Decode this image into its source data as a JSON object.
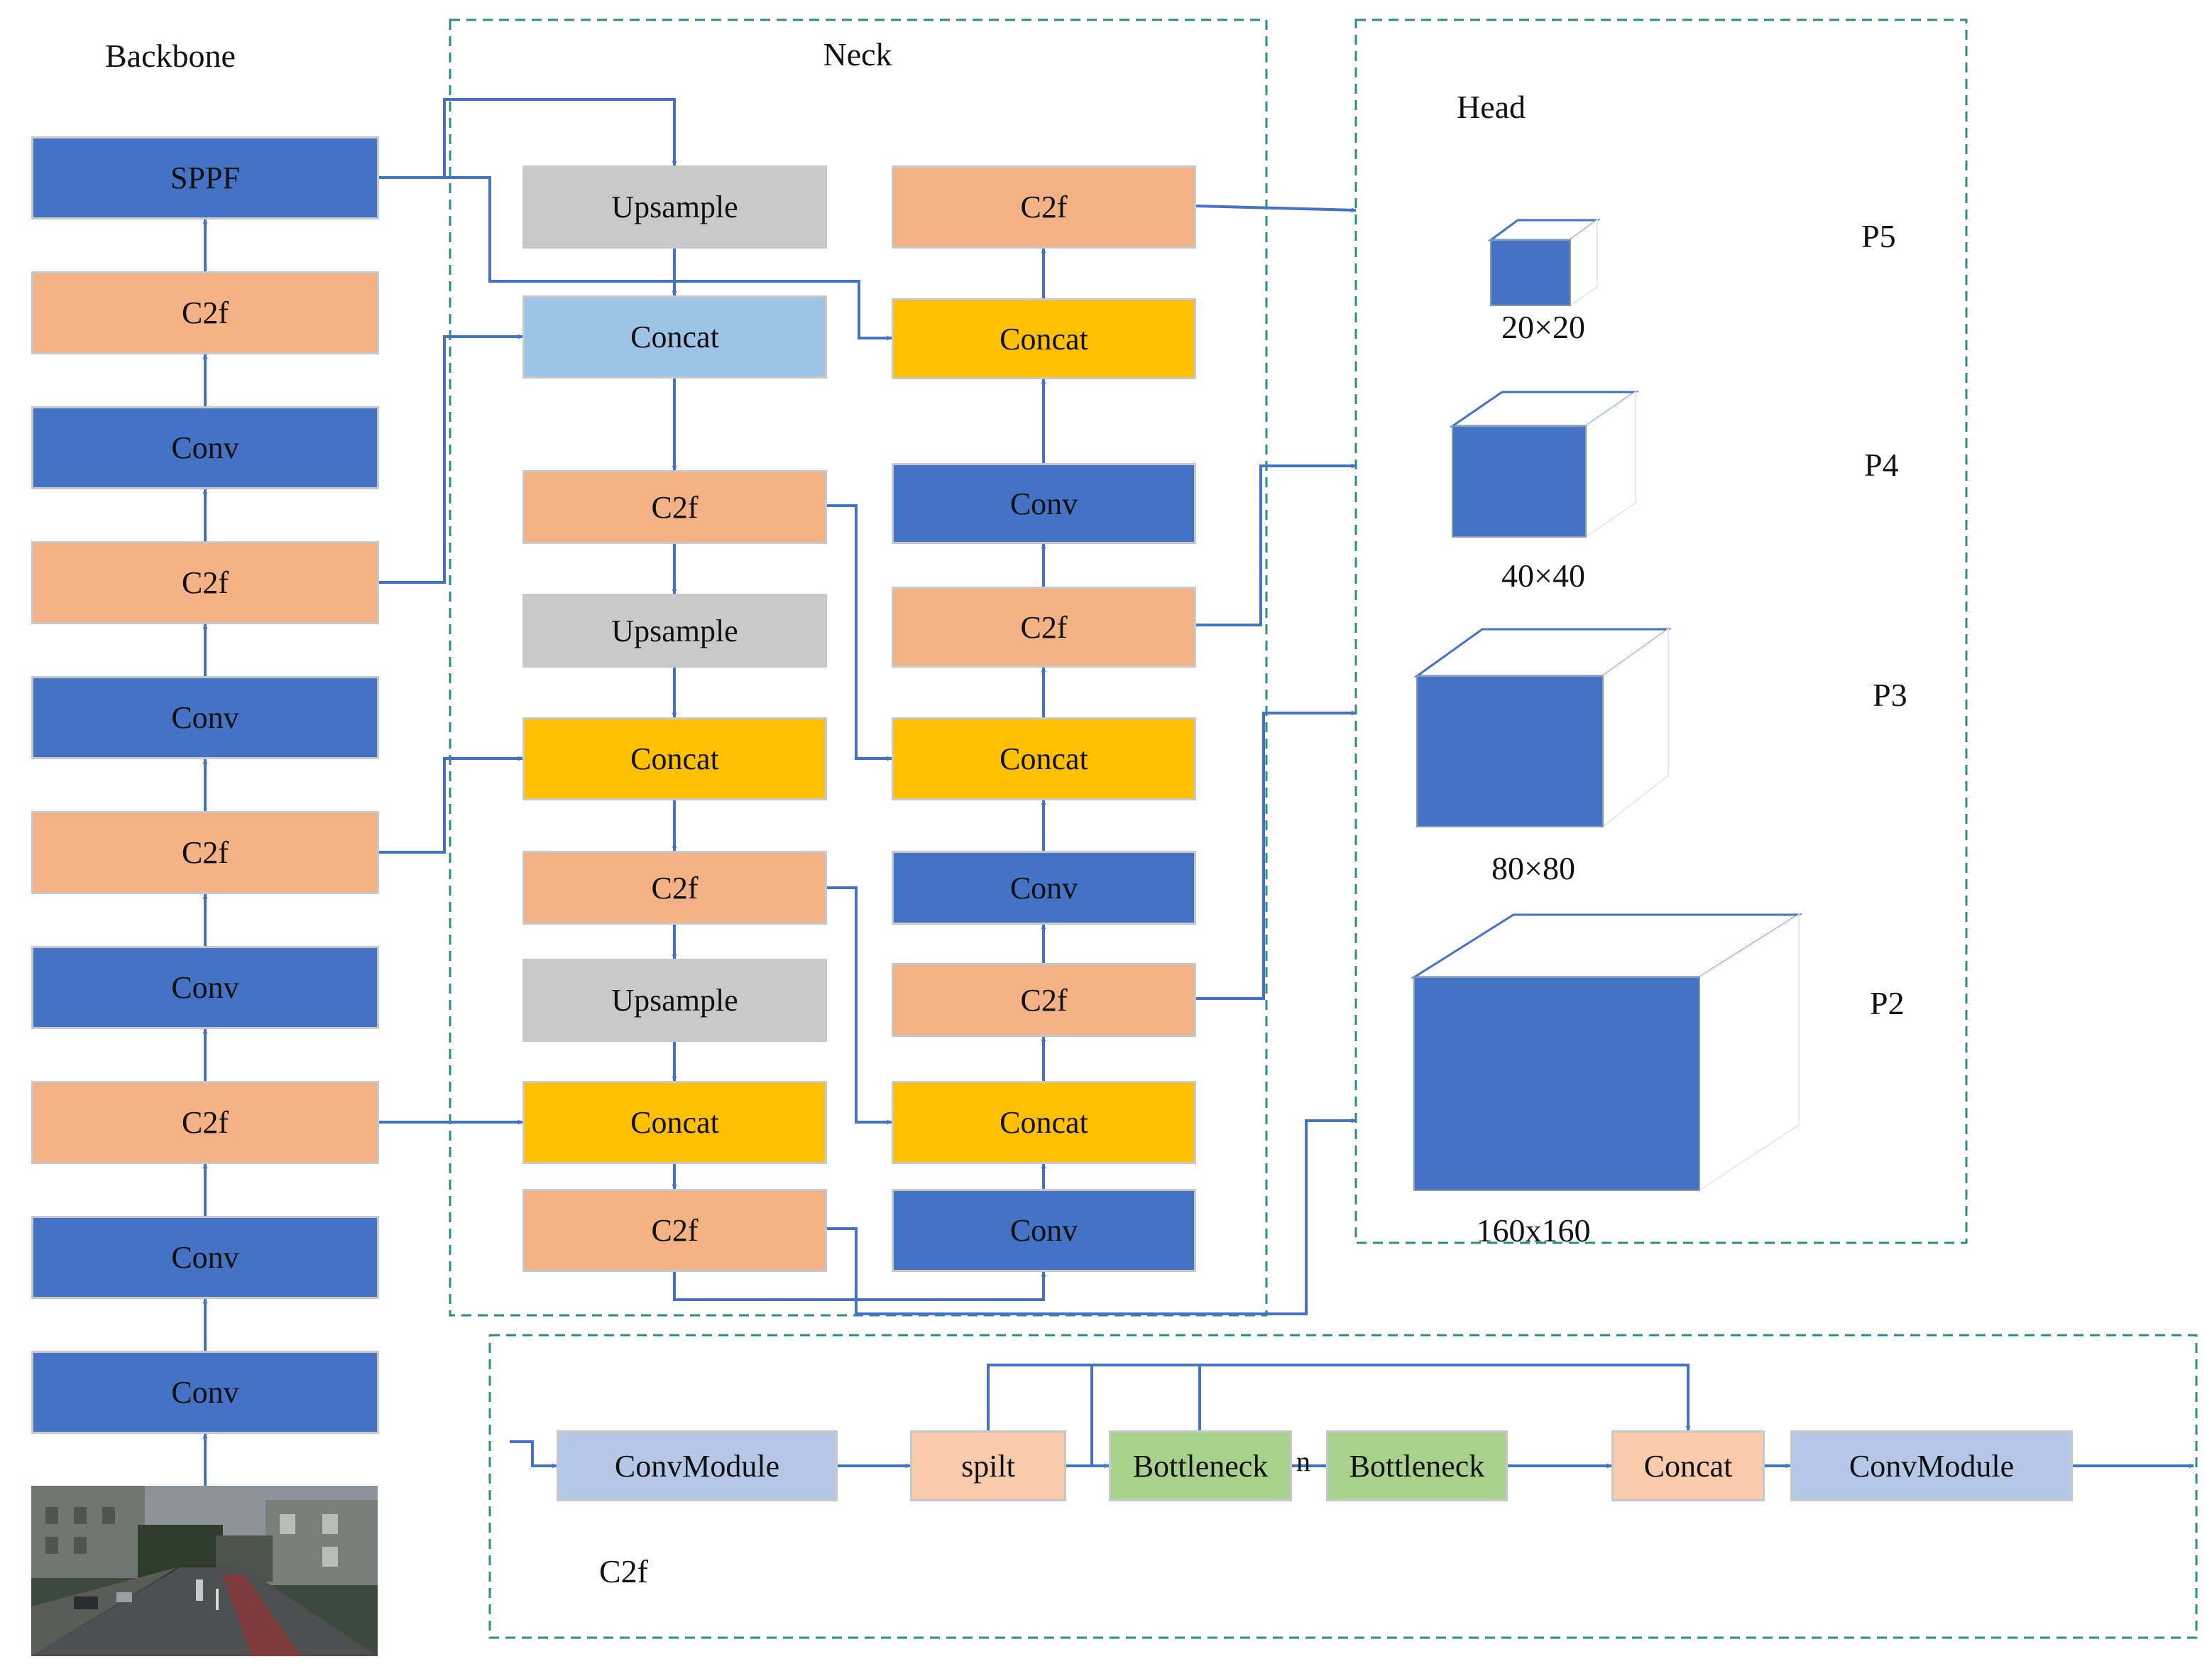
{
  "sections": {
    "backbone": "Backbone",
    "neck": "Neck",
    "head": "Head",
    "c2f": "C2f"
  },
  "backbone": [
    "SPPF",
    "C2f",
    "Conv",
    "C2f",
    "Conv",
    "C2f",
    "Conv",
    "C2f",
    "Conv",
    "Conv"
  ],
  "neck_left": [
    "Upsample",
    "Concat",
    "C2f",
    "Upsample",
    "Concat",
    "C2f",
    "Upsample",
    "Concat",
    "C2f"
  ],
  "neck_right": [
    "C2f",
    "Concat",
    "Conv",
    "C2f",
    "Concat",
    "Conv",
    "C2f",
    "Concat",
    "Conv"
  ],
  "head": [
    {
      "name": "P5",
      "size": "20×20"
    },
    {
      "name": "P4",
      "size": "40×40"
    },
    {
      "name": "P3",
      "size": "80×80"
    },
    {
      "name": "P2",
      "size": "160x160"
    }
  ],
  "c2f_module": {
    "blocks": [
      "ConvModule",
      "spilt",
      "Bottleneck",
      "Bottleneck",
      "Concat",
      "ConvModule"
    ],
    "repeat_label": "n"
  },
  "colors": {
    "blue": "#4472c4",
    "orange": "#f4b183",
    "gray": "#c9c9c9",
    "light_blue": "#9dc3e6",
    "yellow": "#ffc000",
    "conv_module": "#b4c7e7",
    "spilt": "#f8cbad",
    "bottleneck": "#a9d18e",
    "arrow": "#4472c4",
    "dash": "#2e8b8b"
  }
}
